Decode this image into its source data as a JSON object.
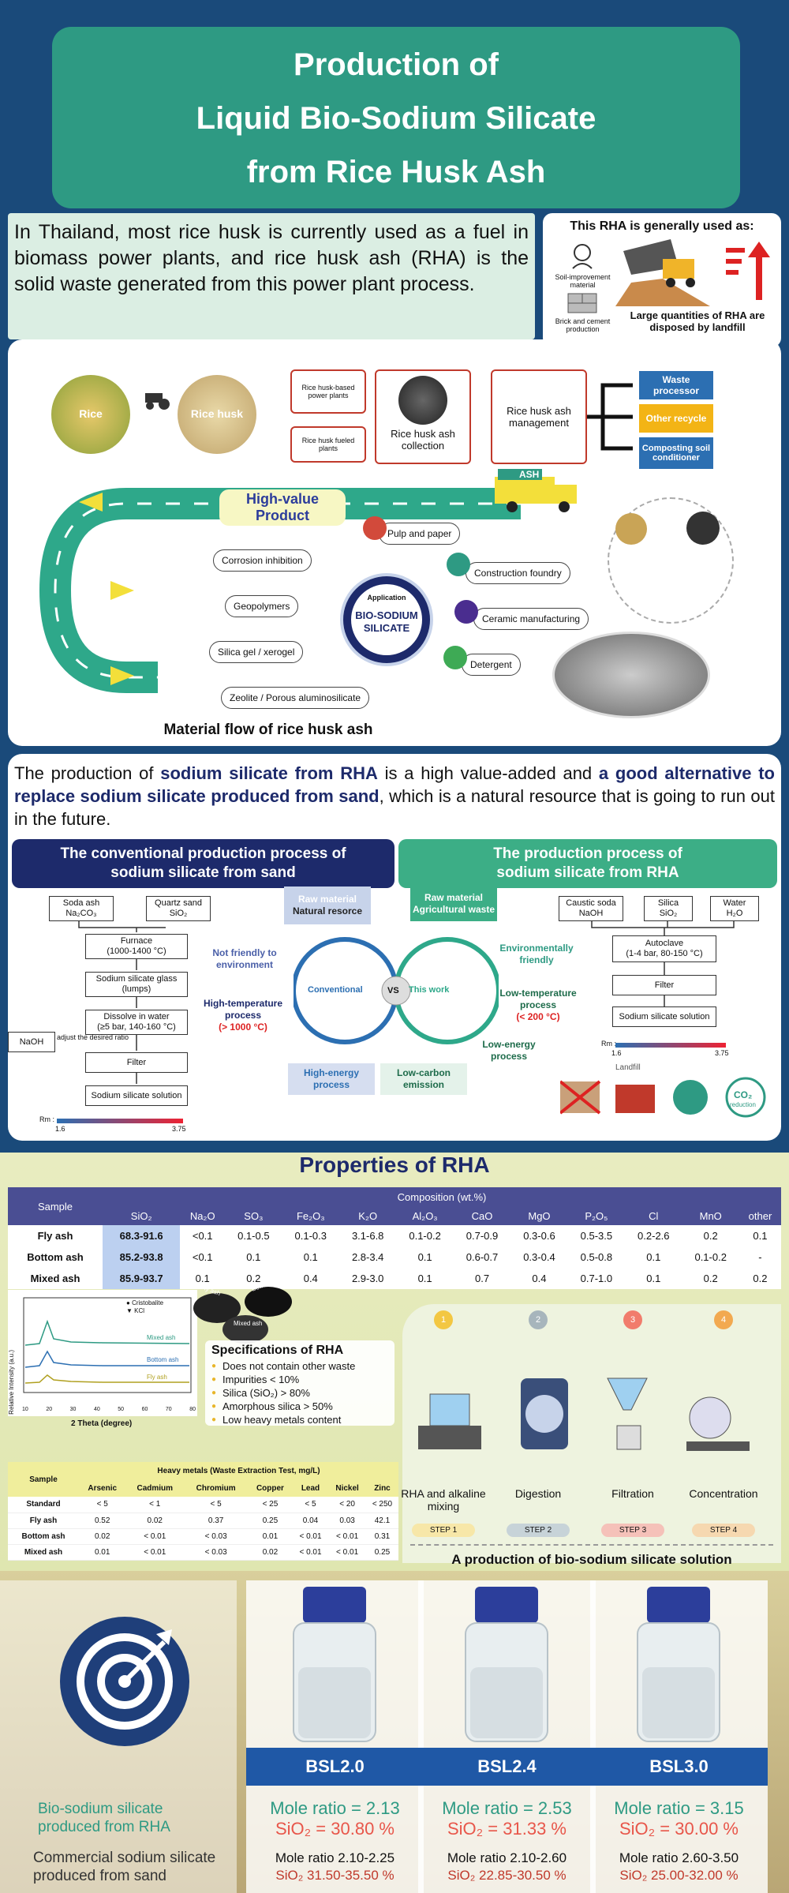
{
  "header": {
    "line1": "Production of",
    "line2": "Liquid Bio-Sodium Silicate",
    "line3": "from Rice Husk Ash"
  },
  "intro": {
    "text": "In Thailand, most rice husk is currently used as a fuel in biomass power plants, and rice husk ash (RHA) is the solid waste generated from this power plant process."
  },
  "rha_uses": {
    "title": "This RHA is generally used as:",
    "soil": "Soil-improvement material",
    "brick": "Brick and cement production",
    "landfill": "Large quantities of RHA are disposed by landfill"
  },
  "flow": {
    "rice": "Rice",
    "rice_husk": "Rice husk",
    "power_plant_1": "Rice husk-based power plants",
    "power_plant_2": "Rice husk fueled plants",
    "collection": "Rice husk ash collection",
    "management": "Rice husk ash management",
    "dest_1": "Waste processor",
    "dest_2": "Other recycle",
    "dest_3": "Composting soil conditioner",
    "high_value": "High-value Product",
    "app_label": "Application",
    "app_center_1": "BIO-SODIUM",
    "app_center_2": "SILICATE",
    "apps": [
      "Pulp and paper",
      "Construction foundry",
      "Ceramic manufacturing",
      "Detergent",
      "Corrosion inhibition",
      "Geopolymers",
      "Silica gel / xerogel",
      "Zeolite / Porous aluminosilicate"
    ],
    "caption": "Material flow of rice husk ash",
    "logo": "ASH"
  },
  "production": {
    "intro_a": "The production of ",
    "intro_b": "sodium silicate from RHA",
    "intro_c": " is a high value-added and ",
    "intro_d": "a good alternative to replace sodium silicate produced from sand",
    "intro_e": ", which is a natural resource that is going to run out in the future.",
    "conv_title_1": "The conventional production process of",
    "conv_title_2": "sodium silicate from sand",
    "rha_title_1": "The production process of",
    "rha_title_2": "sodium silicate from RHA",
    "conv_steps": {
      "soda": "Soda ash",
      "soda_f": "Na₂CO₃",
      "quartz": "Quartz sand",
      "quartz_f": "SiO₂",
      "furnace": "Furnace",
      "furnace_c": "(1000-1400 °C)",
      "glass": "Sodium silicate glass",
      "glass_c": "(lumps)",
      "dissolve": "Dissolve in water",
      "dissolve_c": "(≥5 bar, 140-160 °C)",
      "naoh": "NaOH",
      "adjust": "adjust the desired ratio",
      "filter": "Filter",
      "solution": "Sodium silicate solution"
    },
    "rha_steps": {
      "caustic": "Caustic soda",
      "caustic_f": "NaOH",
      "silica": "Silica",
      "silica_f": "SiO₂",
      "water": "Water",
      "water_f": "H₂O",
      "autoclave": "Autoclave",
      "autoclave_c": "(1-4 bar, 80-150 °C)",
      "filter": "Filter",
      "solution": "Sodium silicate solution",
      "landfill": "Landfill"
    },
    "rm_label": "Rm :",
    "rm_min": "1.6",
    "rm_max": "3.75",
    "compare": {
      "conventional": "Conventional",
      "vs": "VS",
      "this_work": "This work",
      "left": [
        "Raw material",
        "Natural resorce",
        "Not friendly to",
        "environment",
        "High-temperature",
        "process",
        "(> 1000 °C)",
        "High-energy",
        "process"
      ],
      "right": [
        "Raw material",
        "Agricultural waste",
        "Environmentally",
        "friendly",
        "Low-temperature",
        "process",
        "(< 200 °C)",
        "Low-energy",
        "process",
        "Low-carbon",
        "emission"
      ],
      "co2": "CO₂",
      "co2_red": "reduction"
    }
  },
  "properties": {
    "title": "Properties of RHA",
    "comp_header": "Composition (wt.%)",
    "sample": "Sample",
    "cols": [
      "SiO₂",
      "Na₂O",
      "SO₃",
      "Fe₂O₃",
      "K₂O",
      "Al₂O₃",
      "CaO",
      "MgO",
      "P₂O₅",
      "Cl",
      "MnO",
      "other"
    ],
    "rows": [
      {
        "name": "Fly ash",
        "vals": [
          "68.3-91.6",
          "<0.1",
          "0.1-0.5",
          "0.1-0.3",
          "3.1-6.8",
          "0.1-0.2",
          "0.7-0.9",
          "0.3-0.6",
          "0.5-3.5",
          "0.2-2.6",
          "0.2",
          "0.1"
        ]
      },
      {
        "name": "Bottom ash",
        "vals": [
          "85.2-93.8",
          "<0.1",
          "0.1",
          "0.1",
          "2.8-3.4",
          "0.1",
          "0.6-0.7",
          "0.3-0.4",
          "0.5-0.8",
          "0.1",
          "0.1-0.2",
          "-"
        ]
      },
      {
        "name": "Mixed ash",
        "vals": [
          "85.9-93.7",
          "0.1",
          "0.2",
          "0.4",
          "2.9-3.0",
          "0.1",
          "0.7",
          "0.4",
          "0.7-1.0",
          "0.1",
          "0.2",
          "0.2"
        ]
      }
    ],
    "xrd": {
      "ylabel": "Relative Intensity (a.u.)",
      "xlabel": "2 Theta (degree)",
      "legend_1": "Cristobalite",
      "legend_2": "KCl",
      "s1": "Mixed ash",
      "s2": "Bottom ash",
      "s3": "Fly ash",
      "ticks": [
        "10",
        "20",
        "30",
        "40",
        "50",
        "60",
        "70",
        "80"
      ]
    },
    "photos": {
      "fly": "Fly ash",
      "bottom": "Bottom ash",
      "mixed": "Mixed ash"
    },
    "spec_title": "Specifications of RHA",
    "specs": [
      "Does not contain other waste",
      "Impurities < 10%",
      "Silica (SiO₂) > 80%",
      "Amorphous silica > 50%",
      "Low heavy metals content"
    ],
    "heavy_title": "Heavy metals (Waste Extraction Test, mg/L)",
    "heavy_cols": [
      "Arsenic",
      "Cadmium",
      "Chromium",
      "Copper",
      "Lead",
      "Nickel",
      "Zinc"
    ],
    "heavy_rows": [
      {
        "name": "Standard",
        "vals": [
          "< 5",
          "< 1",
          "< 5",
          "< 25",
          "< 5",
          "< 20",
          "< 250"
        ]
      },
      {
        "name": "Fly ash",
        "vals": [
          "0.52",
          "0.02",
          "0.37",
          "0.25",
          "0.04",
          "0.03",
          "42.1"
        ]
      },
      {
        "name": "Bottom ash",
        "vals": [
          "0.02",
          "< 0.01",
          "< 0.03",
          "0.01",
          "< 0.01",
          "< 0.01",
          "0.31"
        ]
      },
      {
        "name": "Mixed ash",
        "vals": [
          "0.01",
          "< 0.01",
          "< 0.03",
          "0.02",
          "< 0.01",
          "< 0.01",
          "0.25"
        ]
      }
    ],
    "steps": [
      {
        "num": "1",
        "label": "RHA and alkaline mixing",
        "btn": "STEP 1"
      },
      {
        "num": "2",
        "label": "Digestion",
        "btn": "STEP 2"
      },
      {
        "num": "3",
        "label": "Filtration",
        "btn": "STEP 3"
      },
      {
        "num": "4",
        "label": "Concentration",
        "btn": "STEP 4"
      }
    ],
    "steps_caption": "A production of bio-sodium silicate solution"
  },
  "bottom": {
    "label_rha_1": "Bio-sodium silicate",
    "label_rha_2": "produced from RHA",
    "label_sand_1": "Commercial sodium silicate",
    "label_sand_2": "produced from sand",
    "products": [
      {
        "name": "BSL2.0",
        "mole": "Mole ratio = 2.13",
        "sio2": "SiO₂ = 30.80 %",
        "c_mole": "Mole ratio 2.10-2.25",
        "c_sio2": "SiO₂ 31.50-35.50 %"
      },
      {
        "name": "BSL2.4",
        "mole": "Mole ratio = 2.53",
        "sio2": "SiO₂ = 31.33 %",
        "c_mole": "Mole ratio 2.10-2.60",
        "c_sio2": "SiO₂ 22.85-30.50 %"
      },
      {
        "name": "BSL3.0",
        "mole": "Mole ratio = 3.15",
        "sio2": "SiO₂ = 30.00 %",
        "c_mole": "Mole ratio 2.60-3.50",
        "c_sio2": "SiO₂ 25.00-32.00 %"
      }
    ]
  }
}
